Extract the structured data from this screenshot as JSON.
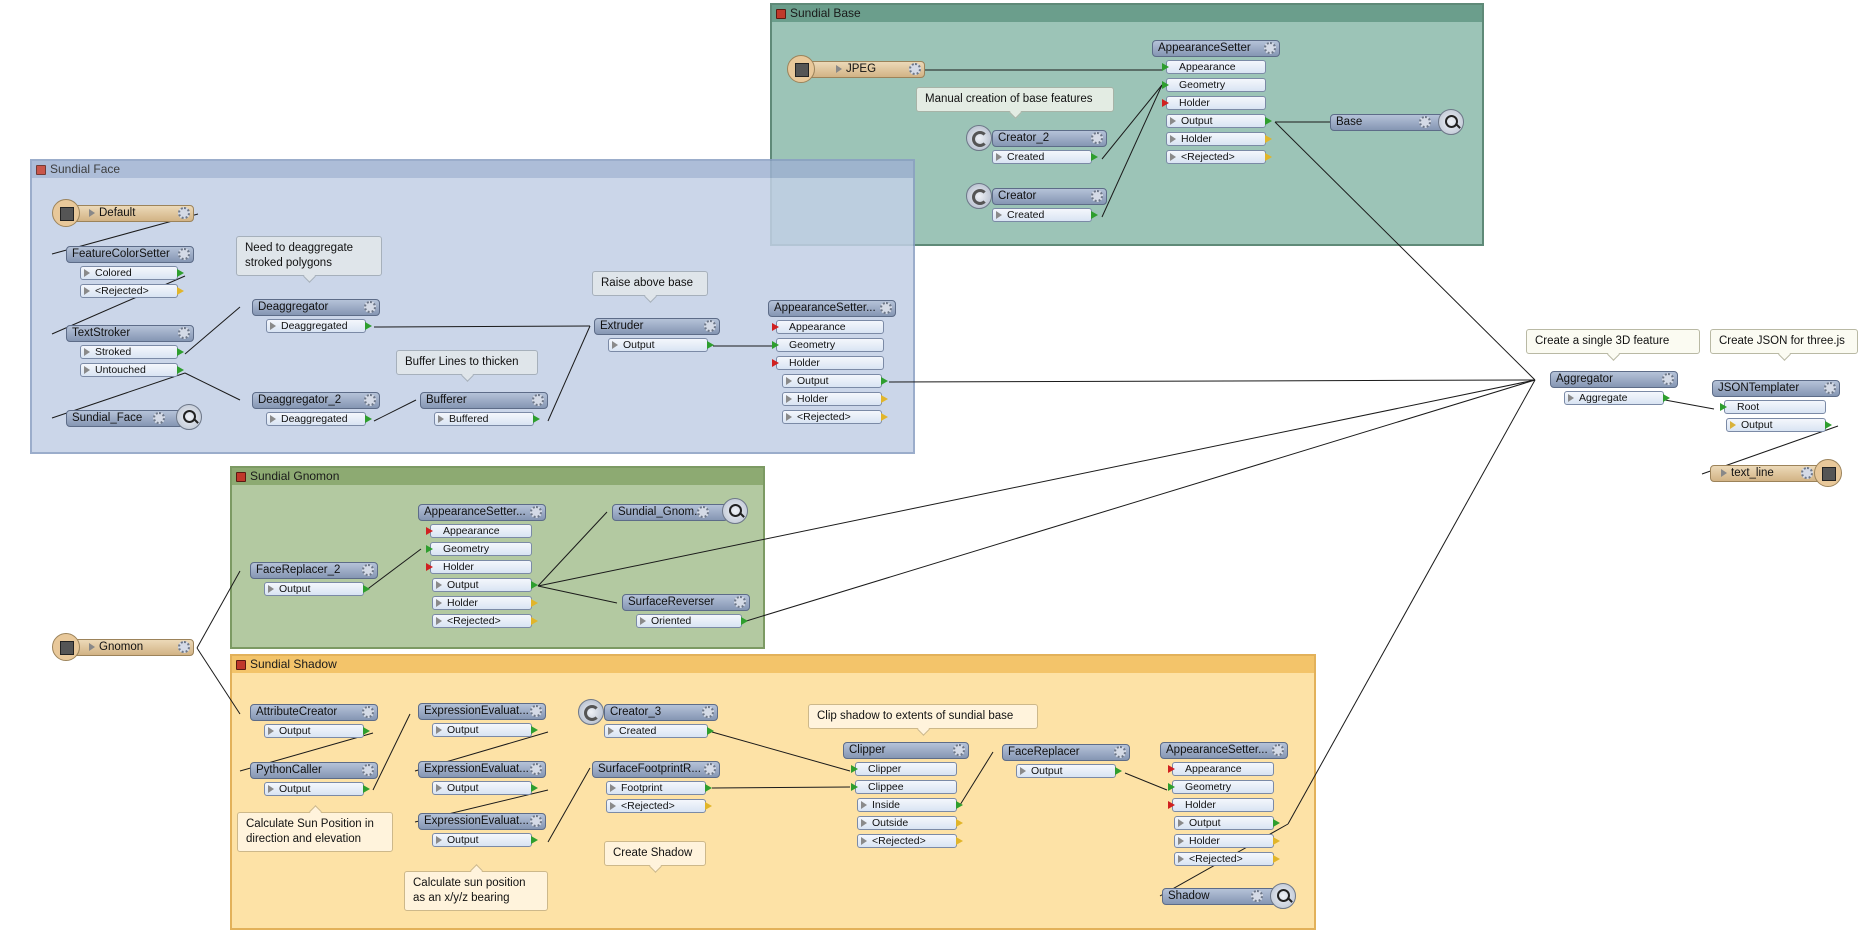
{
  "bookmarks": {
    "base": {
      "title": "Sundial Base",
      "color": "#9cc4b7",
      "header_color": "#6b9e8c",
      "border": "#5f8a78"
    },
    "face": {
      "title": "Sundial Face",
      "color": "#c2d0e6",
      "header_color": "#9fb2d2",
      "border": "#8a9fc2"
    },
    "gnomon": {
      "title": "Sundial Gnomon",
      "color": "#b3c9a1",
      "header_color": "#8daa72",
      "border": "#7c9a63"
    },
    "shadow": {
      "title": "Sundial Shadow",
      "color": "#fde2a6",
      "header_color": "#f3c46a",
      "border": "#e2b15a"
    }
  },
  "readers": {
    "jpeg": "JPEG",
    "default": "Default",
    "gnomon": "Gnomon"
  },
  "writers": {
    "text_line": "text_line"
  },
  "inspectors": {
    "base": "Base",
    "sundial_face": "Sundial_Face",
    "sundial_gnomon": "Sundial_Gnom...",
    "shadow": "Shadow"
  },
  "transformers": {
    "appearance_setter_base": {
      "title": "AppearanceSetter",
      "ports": [
        "Appearance",
        "Geometry",
        "Holder",
        "Output",
        "Holder",
        "<Rejected>"
      ]
    },
    "creator_2": {
      "title": "Creator_2",
      "ports": [
        "Created"
      ]
    },
    "creator": {
      "title": "Creator",
      "ports": [
        "Created"
      ]
    },
    "feature_color_setter": {
      "title": "FeatureColorSetter",
      "ports": [
        "Colored",
        "<Rejected>"
      ]
    },
    "text_stroker": {
      "title": "TextStroker",
      "ports": [
        "Stroked",
        "Untouched"
      ]
    },
    "deaggregator": {
      "title": "Deaggregator",
      "ports": [
        "Deaggregated"
      ]
    },
    "deaggregator_2": {
      "title": "Deaggregator_2",
      "ports": [
        "Deaggregated"
      ]
    },
    "bufferer": {
      "title": "Bufferer",
      "ports": [
        "Buffered"
      ]
    },
    "extruder": {
      "title": "Extruder",
      "ports": [
        "Output"
      ]
    },
    "appearance_setter_face": {
      "title": "AppearanceSetter...",
      "ports": [
        "Appearance",
        "Geometry",
        "Holder",
        "Output",
        "Holder",
        "<Rejected>"
      ]
    },
    "face_replacer_2": {
      "title": "FaceReplacer_2",
      "ports": [
        "Output"
      ]
    },
    "appearance_setter_gnomon": {
      "title": "AppearanceSetter...",
      "ports": [
        "Appearance",
        "Geometry",
        "Holder",
        "Output",
        "Holder",
        "<Rejected>"
      ]
    },
    "surface_reverser": {
      "title": "SurfaceReverser",
      "ports": [
        "Oriented"
      ]
    },
    "attribute_creator": {
      "title": "AttributeCreator",
      "ports": [
        "Output"
      ]
    },
    "python_caller": {
      "title": "PythonCaller",
      "ports": [
        "Output"
      ]
    },
    "expr_eval_1": {
      "title": "ExpressionEvaluat...",
      "ports": [
        "Output"
      ]
    },
    "expr_eval_2": {
      "title": "ExpressionEvaluat...",
      "ports": [
        "Output"
      ]
    },
    "expr_eval_3": {
      "title": "ExpressionEvaluat...",
      "ports": [
        "Output"
      ]
    },
    "creator_3": {
      "title": "Creator_3",
      "ports": [
        "Created"
      ]
    },
    "surface_footprint": {
      "title": "SurfaceFootprintR...",
      "ports": [
        "Footprint",
        "<Rejected>"
      ]
    },
    "clipper": {
      "title": "Clipper",
      "ports": [
        "Clipper",
        "Clippee",
        "Inside",
        "Outside",
        "<Rejected>"
      ]
    },
    "face_replacer": {
      "title": "FaceReplacer",
      "ports": [
        "Output"
      ]
    },
    "appearance_setter_shadow": {
      "title": "AppearanceSetter...",
      "ports": [
        "Appearance",
        "Geometry",
        "Holder",
        "Output",
        "Holder",
        "<Rejected>"
      ]
    },
    "aggregator": {
      "title": "Aggregator",
      "ports": [
        "Aggregate"
      ]
    },
    "json_templater": {
      "title": "JSONTemplater",
      "ports": [
        "Root",
        "Output"
      ]
    }
  },
  "annotations": {
    "manual_base": "Manual creation of base features",
    "deaggregate": "Need to deaggregate stroked polygons",
    "raise": "Raise above base",
    "buffer": "Buffer Lines to thicken",
    "single_3d": "Create a single 3D feature",
    "json": "Create JSON for three.js",
    "clip_shadow": "Clip shadow to extents of sundial base",
    "create_shadow": "Create Shadow",
    "calc_sun": "Calculate Sun Position in direction and elevation",
    "calc_xyz": "Calculate sun position as an x/y/z bearing"
  },
  "colors": {
    "wire": "#1a1a1a",
    "port_ok": "#2e9e2e",
    "port_required": "#d02020",
    "port_reject": "#e1b52a"
  }
}
